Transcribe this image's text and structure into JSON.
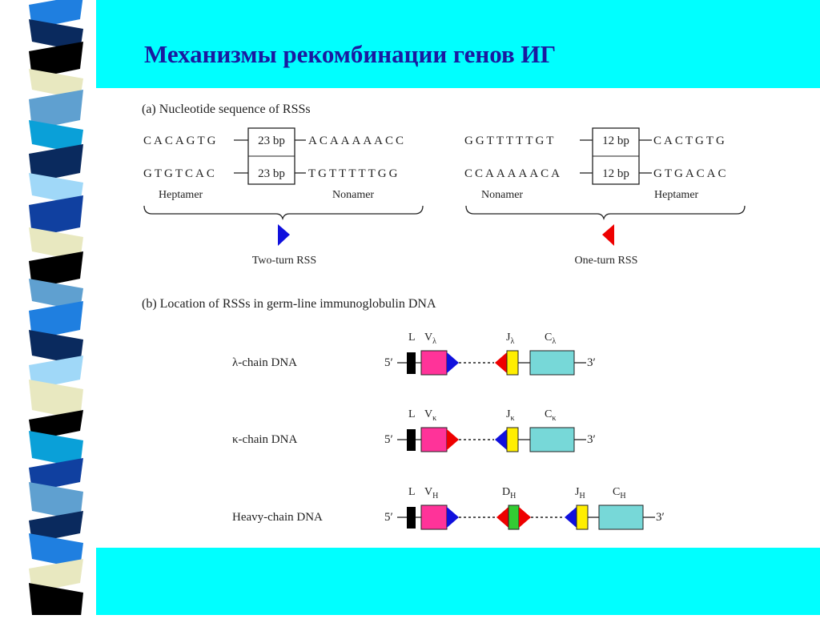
{
  "slide": {
    "title": "Механизмы рекомбинации генов ИГ"
  },
  "theme": {
    "header_color": "#00ffff",
    "title_color": "#1a1aa0",
    "stripe_colors": [
      "#1f7fe0",
      "#0a2a5e",
      "#000000",
      "#e8e8c0",
      "#5fa0d0",
      "#0aa0d8",
      "#a0d8f8",
      "#1040a0"
    ],
    "v_segment_color": "#ff3399",
    "j_segment_color": "#ffee00",
    "d_segment_color": "#33cc33",
    "c_segment_color": "#77d8d8",
    "leader_color": "#000000",
    "rss_12_color": "#ee0000",
    "rss_23_color": "#0000ee"
  },
  "panel_a": {
    "title": "(a) Nucleotide sequence of RSSs",
    "left": {
      "top_heptamer": "CACAGTG",
      "bottom_heptamer": "GTGTCAC",
      "spacer_top": "23 bp",
      "spacer_bottom": "23 bp",
      "top_nonamer": "ACAAAAACC",
      "bottom_nonamer": "TGTTTTTGG",
      "heptamer_label": "Heptamer",
      "nonamer_label": "Nonamer",
      "caption": "Two-turn RSS"
    },
    "right": {
      "top_nonamer": "GGTTTTTGT",
      "bottom_nonamer": "CCAAAAACA",
      "spacer_top": "12 bp",
      "spacer_bottom": "12 bp",
      "top_heptamer": "CACTGTG",
      "bottom_heptamer": "GTGACAC",
      "nonamer_label": "Nonamer",
      "heptamer_label": "Heptamer",
      "caption": "One-turn RSS"
    }
  },
  "panel_b": {
    "title": "(b) Location of RSSs in germ-line immunoglobulin DNA",
    "five_prime": "5′",
    "three_prime": "3′",
    "rows": [
      {
        "label": "λ-chain DNA",
        "L": "L",
        "V": "V",
        "V_sub": "λ",
        "J": "J",
        "J_sub": "λ",
        "C": "C",
        "C_sub": "λ"
      },
      {
        "label": "κ-chain DNA",
        "L": "L",
        "V": "V",
        "V_sub": "κ",
        "J": "J",
        "J_sub": "κ",
        "C": "C",
        "C_sub": "κ"
      },
      {
        "label": "Heavy-chain DNA",
        "L": "L",
        "V": "V",
        "V_sub": "H",
        "D": "D",
        "D_sub": "H",
        "J": "J",
        "J_sub": "H",
        "C": "C",
        "C_sub": "H"
      }
    ]
  }
}
